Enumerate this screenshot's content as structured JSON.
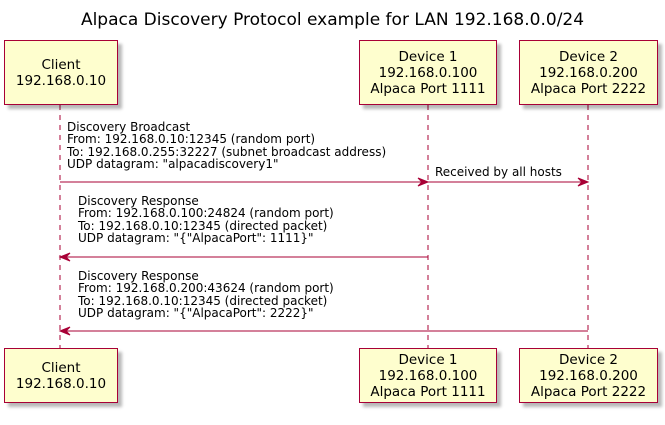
{
  "title": "Alpaca Discovery Protocol example for LAN 192.168.0.0/24",
  "colors": {
    "participant_fill": "#FEFECE",
    "participant_border": "#A80036",
    "lifeline": "#A80036",
    "arrow": "#A80036"
  },
  "participants": [
    {
      "id": "client",
      "lines": [
        "Client",
        "192.168.0.10"
      ]
    },
    {
      "id": "device1",
      "lines": [
        "Device 1",
        "192.168.0.100",
        "Alpaca Port 1111"
      ]
    },
    {
      "id": "device2",
      "lines": [
        "Device 2",
        "192.168.0.200",
        "Alpaca Port 2222"
      ]
    }
  ],
  "messages": [
    {
      "from": "client",
      "to": "device1",
      "lines": [
        "Discovery Broadcast",
        "From: 192.168.0.10:12345 (random port)",
        "To: 192.168.0.255:32227 (subnet broadcast address)",
        "UDP datagram: \"alpacadiscovery1\""
      ]
    },
    {
      "from": "device1",
      "to": "device2",
      "lines": [
        "Received by all hosts"
      ]
    },
    {
      "from": "device1",
      "to": "client",
      "lines": [
        "Discovery Response",
        "From: 192.168.0.100:24824 (random port)",
        "To: 192.168.0.10:12345 (directed packet)",
        "UDP datagram: \"{\"AlpacaPort\": 1111}\""
      ]
    },
    {
      "from": "device2",
      "to": "client",
      "lines": [
        "Discovery Response",
        "From: 192.168.0.200:43624 (random port)",
        "To: 192.168.0.10:12345 (directed packet)",
        "UDP datagram: \"{\"AlpacaPort\": 2222}\""
      ]
    }
  ]
}
